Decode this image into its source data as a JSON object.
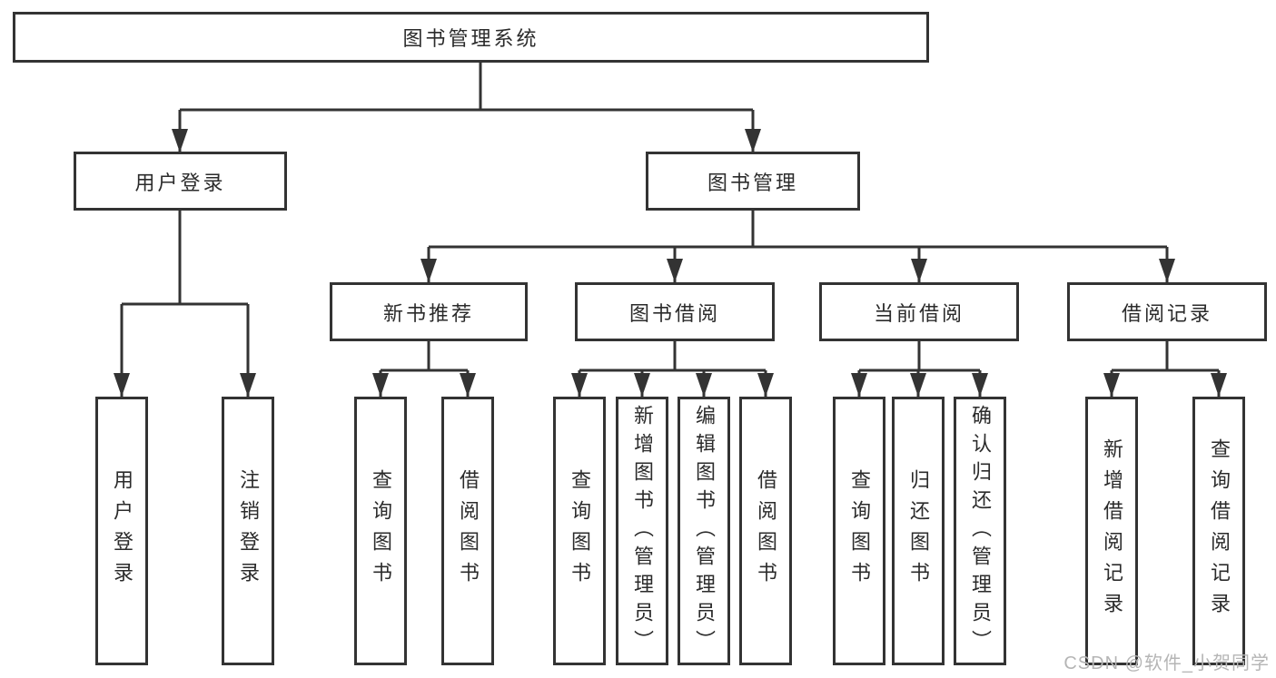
{
  "diagram_title": "图书管理系统",
  "colors": {
    "line": "#333333",
    "text": "#2b2b2b",
    "background": "#ffffff",
    "watermark": "#b5b5b5"
  },
  "tree": {
    "label": "图书管理系统",
    "children": [
      {
        "label": "用户登录",
        "children": [
          {
            "label": "用户登录"
          },
          {
            "label": "注销登录"
          }
        ]
      },
      {
        "label": "图书管理",
        "children": [
          {
            "label": "新书推荐",
            "children": [
              {
                "label": "查询图书"
              },
              {
                "label": "借阅图书"
              }
            ]
          },
          {
            "label": "图书借阅",
            "children": [
              {
                "label": "查询图书"
              },
              {
                "label": "新增图书（管理员）"
              },
              {
                "label": "编辑图书（管理员）"
              },
              {
                "label": "借阅图书"
              }
            ]
          },
          {
            "label": "当前借阅",
            "children": [
              {
                "label": "查询图书"
              },
              {
                "label": "归还图书"
              },
              {
                "label": "确认归还（管理员）"
              }
            ]
          },
          {
            "label": "借阅记录",
            "children": [
              {
                "label": "新增借阅记录"
              },
              {
                "label": "查询借阅记录"
              }
            ]
          }
        ]
      }
    ]
  },
  "watermark": "CSDN @软件_小贺同学"
}
